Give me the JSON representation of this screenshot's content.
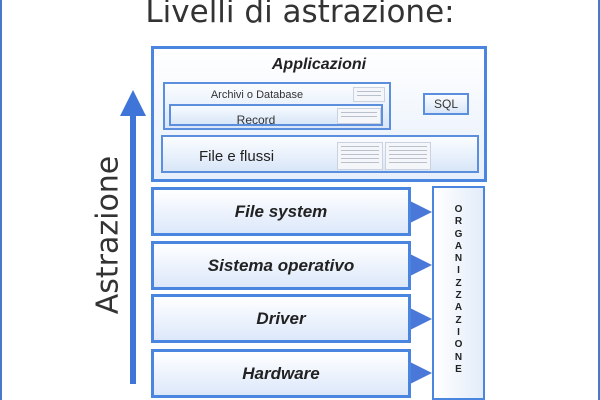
{
  "title": "Livelli di astrazione:",
  "axis_label": "Astrazione",
  "applications": {
    "label": "Applicazioni",
    "archivi_label": "Archivi o Database",
    "record_label": "Record",
    "sql_label": "SQL",
    "file_flussi_label": "File e flussi"
  },
  "layers": [
    {
      "label": "File system"
    },
    {
      "label": "Sistema operativo"
    },
    {
      "label": "Driver"
    },
    {
      "label": "Hardware"
    }
  ],
  "organizzazione": "ORGANIZZAZIONE",
  "colors": {
    "accent": "#4a86e0",
    "arrow": "#3f74d8"
  }
}
